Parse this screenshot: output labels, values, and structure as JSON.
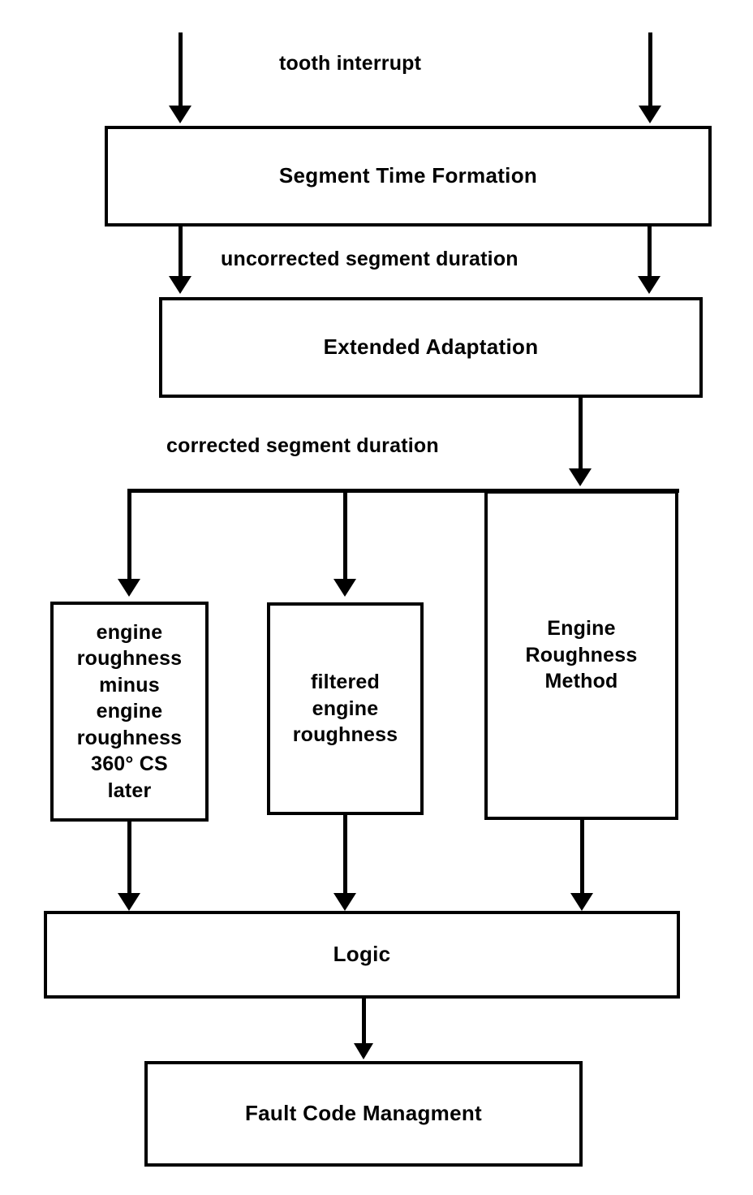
{
  "diagram": {
    "title": "Engine Roughness Misfire Detection Flow",
    "type": "flowchart",
    "background_color": "#ffffff",
    "line_color": "#000000",
    "text_color": "#000000"
  },
  "nodes": [
    {
      "id": "segment-time-formation",
      "label": "Segment Time Formation",
      "shape": "rectangle"
    },
    {
      "id": "extended-adaptation",
      "label": "Extended Adaptation",
      "shape": "rectangle"
    },
    {
      "id": "engine-roughness-delta",
      "label": "engine\nroughness\nminus\nengine\nroughness\n360° CS\nlater",
      "shape": "rectangle"
    },
    {
      "id": "filtered-engine-roughness",
      "label": "filtered\nengine\nroughness",
      "shape": "rectangle"
    },
    {
      "id": "engine-roughness-method",
      "label": "Engine\nRoughness\nMethod",
      "shape": "rectangle"
    },
    {
      "id": "logic",
      "label": "Logic",
      "shape": "rectangle"
    },
    {
      "id": "fault-code-managment",
      "label": "Fault Code Managment",
      "shape": "rectangle"
    }
  ],
  "edge_labels": {
    "tooth_interrupt": "tooth interrupt",
    "uncorrected_segment_duration": "uncorrected segment duration",
    "corrected_segment_duration": "corrected segment duration"
  }
}
